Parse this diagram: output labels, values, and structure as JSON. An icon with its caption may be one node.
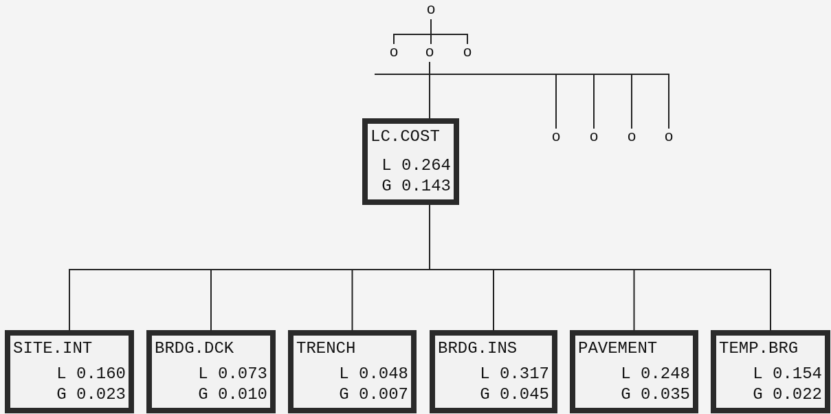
{
  "diagram": {
    "nodes": [
      {
        "text": [
          "o"
        ]
      },
      {
        "text": [
          "o"
        ]
      },
      {
        "text": [
          "o"
        ]
      },
      {
        "text": [
          "o"
        ]
      },
      {
        "text": [
          "LC.COST",
          "L 0.264",
          "G 0.143"
        ]
      },
      {
        "text": [
          "o"
        ]
      },
      {
        "text": [
          "o"
        ]
      },
      {
        "text": [
          "o"
        ]
      },
      {
        "text": [
          "o"
        ]
      },
      {
        "text": [
          "SITE.INT",
          "L 0.160",
          "G 0.023"
        ]
      },
      {
        "text": [
          "BRDG.DCK",
          "L 0.073",
          "G 0.010"
        ]
      },
      {
        "text": [
          "TRENCH",
          "L 0.048",
          "G 0.007"
        ]
      },
      {
        "text": [
          "BRDG.INS",
          "L 0.317",
          "G 0.045"
        ]
      },
      {
        "text": [
          "PAVEMENT",
          "L 0.248",
          "G 0.035"
        ]
      },
      {
        "text": [
          "TEMP.BRG",
          "L 0.154",
          "G 0.022"
        ]
      }
    ],
    "edges": [
      {
        "from": 0,
        "to": 1,
        "arrow": "none"
      },
      {
        "from": 0,
        "to": 2,
        "arrow": "none"
      },
      {
        "from": 0,
        "to": 3,
        "arrow": "none"
      },
      {
        "from": 2,
        "to": null,
        "arrow": "none"
      },
      {
        "from": 2,
        "to": 4,
        "arrow": "none"
      },
      {
        "from": 2,
        "to": 5,
        "arrow": "none"
      },
      {
        "from": 2,
        "to": 6,
        "arrow": "none"
      },
      {
        "from": 2,
        "to": 7,
        "arrow": "none"
      },
      {
        "from": 2,
        "to": 8,
        "arrow": "none"
      },
      {
        "from": 4,
        "to": 9,
        "arrow": "none"
      },
      {
        "from": 4,
        "to": 10,
        "arrow": "none"
      },
      {
        "from": 4,
        "to": 11,
        "arrow": "none"
      },
      {
        "from": 4,
        "to": 12,
        "arrow": "none"
      },
      {
        "from": 4,
        "to": 13,
        "arrow": "none"
      },
      {
        "from": 4,
        "to": 14,
        "arrow": "none"
      }
    ]
  }
}
